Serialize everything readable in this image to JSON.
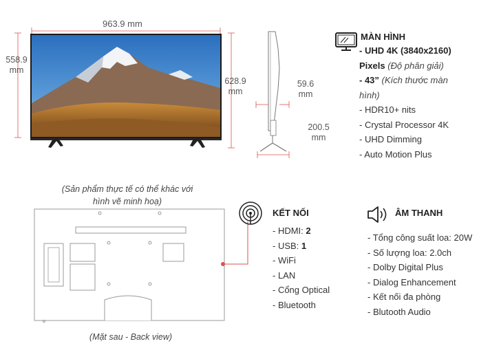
{
  "dimensions": {
    "width": "963.9 mm",
    "height_tv": "558.9",
    "height_tv_unit": "mm",
    "height_stand": "628.9",
    "height_stand_unit": "mm",
    "depth": "59.6",
    "depth_unit": "mm",
    "stand_depth": "200.5",
    "stand_depth_unit": "mm"
  },
  "screen_section": {
    "icon": "monitor-icon",
    "title": "MÀN HÌNH",
    "line1_bold": "- UHD 4K (3840x2160)",
    "line2_bold": "Pixels",
    "line2_note": "(Độ phân giải)",
    "line3_bold": "- 43”",
    "line3_note": "(Kích thước màn",
    "line4_note": "hình)",
    "items": [
      "- HDR10+ nits",
      "- Crystal Processor 4K",
      "- UHD Dimming",
      "-  Auto Motion Plus"
    ]
  },
  "disclaimer": {
    "line1": "(Sản phẩm thực tế có thể khác với",
    "line2": "hình vẽ minh hoạ)"
  },
  "back_caption": "(Mặt sau - Back view)",
  "connect_section": {
    "icon": "wireless-signal-icon",
    "title": "KẾT NỐI",
    "hdmi_label": "- HDMI: ",
    "hdmi_value": "2",
    "usb_label": "- USB: ",
    "usb_value": "1",
    "items": [
      "- WiFi",
      "- LAN",
      "- Cổng Optical",
      "- Bluetooth"
    ]
  },
  "sound_section": {
    "icon": "speaker-icon",
    "title": "ÂM THANH",
    "items": [
      "- Tổng công suất loa: 20W",
      "- Số lượng loa: 2.0ch",
      "- Dolby Digital Plus",
      "- Dialog Enhancement",
      "- Kết nối đa phòng",
      "- Blutooth Audio"
    ]
  },
  "colors": {
    "accent_red": "#d9534f",
    "line_gray": "#999999"
  }
}
